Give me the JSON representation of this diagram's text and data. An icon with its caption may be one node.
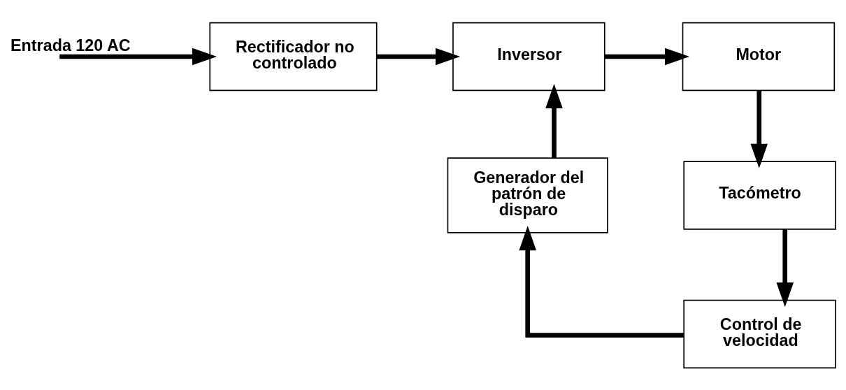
{
  "diagram": {
    "nodes": [
      {
        "text": [
          "Rectificador no controlado"
        ]
      },
      {
        "text": [
          "Inversor"
        ]
      },
      {
        "text": [
          "Motor"
        ]
      },
      {
        "text": [
          "Generador del patrón de disparo"
        ]
      },
      {
        "text": [
          "Tacómetro"
        ]
      },
      {
        "text": [
          "Control de velocidad"
        ]
      }
    ],
    "edges": [
      {
        "from": null,
        "to": 0,
        "arrow": "to",
        "label": "Entrada 120 AC"
      },
      {
        "from": 0,
        "to": 1,
        "arrow": "to"
      },
      {
        "from": 1,
        "to": 2,
        "arrow": "to"
      },
      {
        "from": 2,
        "to": 4,
        "arrow": "to"
      },
      {
        "from": 4,
        "to": 5,
        "arrow": "to"
      },
      {
        "from": 5,
        "to": 3,
        "arrow": "to"
      },
      {
        "from": 3,
        "to": 1,
        "arrow": "to"
      }
    ]
  }
}
